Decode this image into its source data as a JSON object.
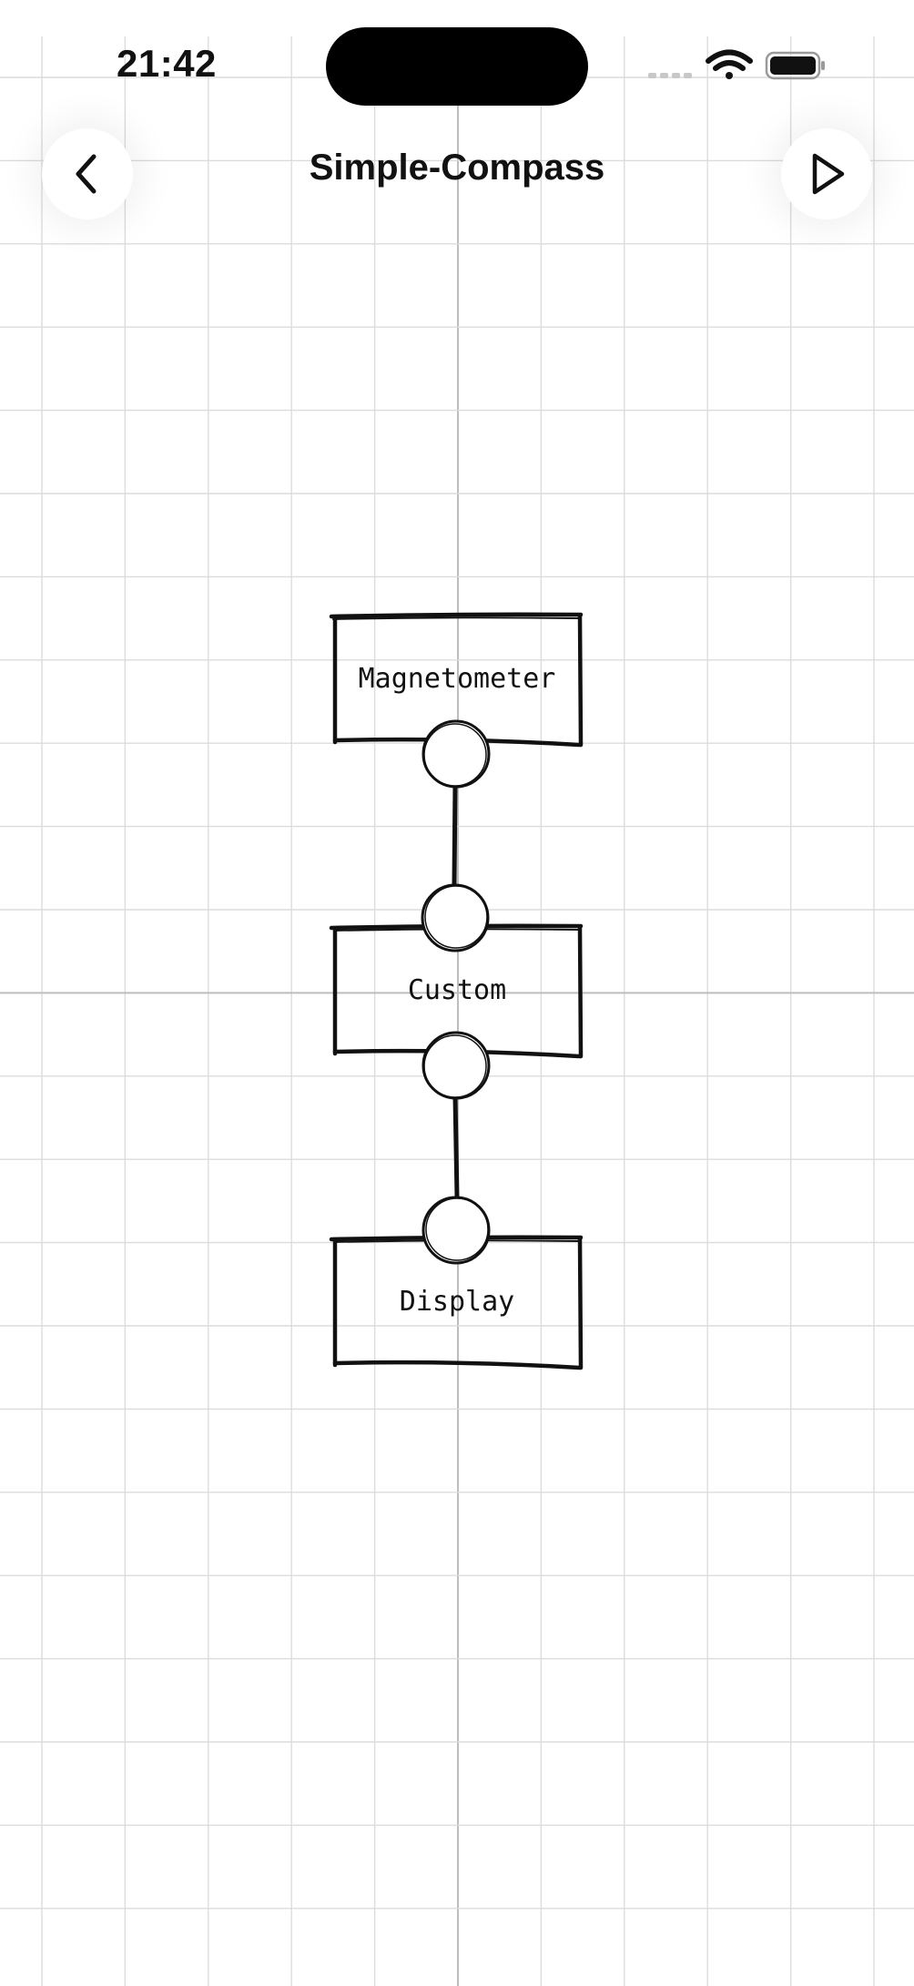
{
  "status_bar": {
    "time": "21:42"
  },
  "header": {
    "title": "Simple-Compass",
    "back_icon": "chevron-left-icon",
    "run_icon": "play-icon"
  },
  "diagram": {
    "nodes": [
      {
        "id": "magnetometer",
        "label": "Magnetometer"
      },
      {
        "id": "custom",
        "label": "Custom"
      },
      {
        "id": "display",
        "label": "Display"
      }
    ],
    "connections": [
      {
        "from": "Magnetometer",
        "to": "Custom"
      },
      {
        "from": "Custom",
        "to": "Display"
      }
    ]
  },
  "colors": {
    "grid_line": "#dcdcdc",
    "grid_axis": "#bdbdbd",
    "stroke": "#111111",
    "background": "#ffffff"
  }
}
